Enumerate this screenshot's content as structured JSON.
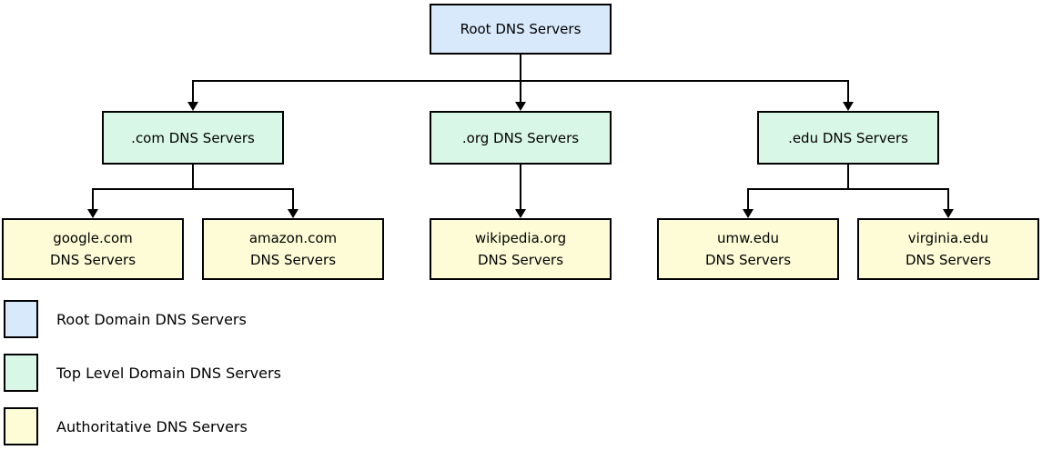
{
  "diagram": {
    "description": "DNS server hierarchy diagram",
    "nodes": {
      "root": {
        "label": "Root DNS Servers",
        "level": "root"
      },
      "com": {
        "label": ".com DNS Servers",
        "level": "tld"
      },
      "org": {
        "label": ".org DNS Servers",
        "level": "tld"
      },
      "edu": {
        "label": ".edu DNS Servers",
        "level": "tld"
      },
      "google": {
        "line1": "google.com",
        "line2": "DNS Servers",
        "level": "authoritative"
      },
      "amazon": {
        "line1": "amazon.com",
        "line2": "DNS Servers",
        "level": "authoritative"
      },
      "wikipedia": {
        "line1": "wikipedia.org",
        "line2": "DNS Servers",
        "level": "authoritative"
      },
      "umw": {
        "line1": "umw.edu",
        "line2": "DNS Servers",
        "level": "authoritative"
      },
      "virginia": {
        "line1": "virginia.edu",
        "line2": "DNS Servers",
        "level": "authoritative"
      }
    },
    "edges": [
      {
        "from": "root",
        "to": "com"
      },
      {
        "from": "root",
        "to": "org"
      },
      {
        "from": "root",
        "to": "edu"
      },
      {
        "from": "com",
        "to": "google"
      },
      {
        "from": "com",
        "to": "amazon"
      },
      {
        "from": "org",
        "to": "wikipedia"
      },
      {
        "from": "edu",
        "to": "umw"
      },
      {
        "from": "edu",
        "to": "virginia"
      }
    ],
    "colors": {
      "root_fill": "#d8e9fc",
      "tld_fill": "#d9f7e6",
      "auth_fill": "#fdfcd6",
      "border": "#000000"
    },
    "legend": {
      "items": [
        {
          "label": "Root Domain DNS Servers",
          "color": "#d8e9fc"
        },
        {
          "label": "Top Level Domain DNS Servers",
          "color": "#d9f7e6"
        },
        {
          "label": "Authoritative DNS Servers",
          "color": "#fdfcd6"
        }
      ]
    }
  }
}
